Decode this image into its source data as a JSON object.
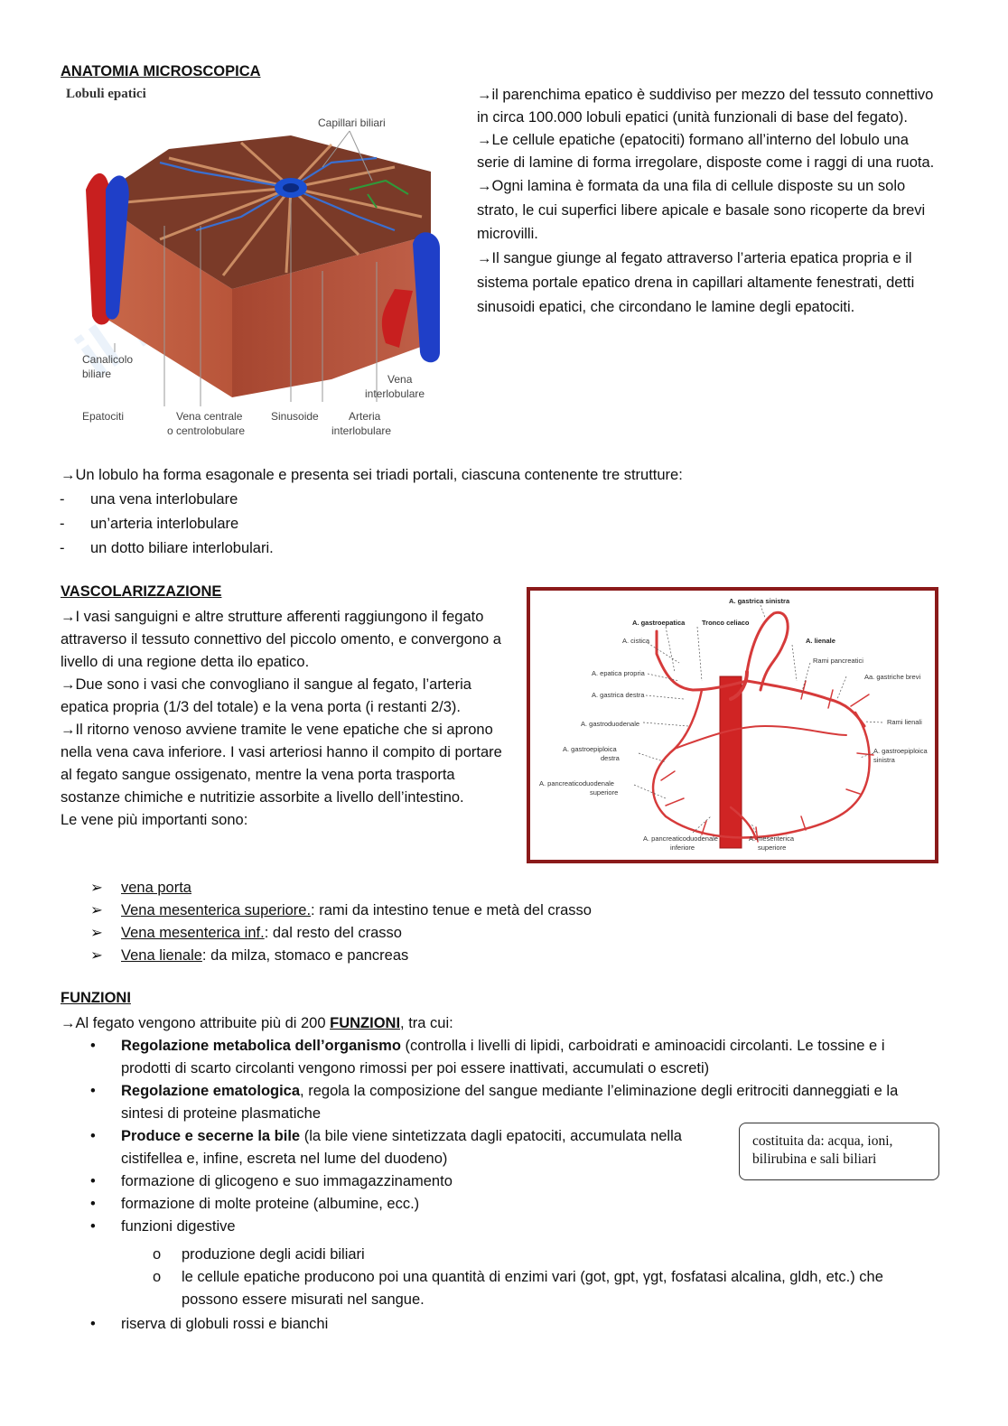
{
  "section1": {
    "heading": "ANATOMIA MICROSCOPICA",
    "figure": {
      "title": "Lobuli epatici",
      "labels": {
        "capillari": "Capillari biliari",
        "canalicolo1": "Canalicolo",
        "canalicolo2": "biliare",
        "vena_inter1": "Vena",
        "vena_inter2": "interlobulare",
        "epatociti": "Epatociti",
        "vena_centrale1": "Vena centrale",
        "vena_centrale2": "o centrolobulare",
        "sinusoide": "Sinusoide",
        "arteria1": "Arteria",
        "arteria2": "interlobulare"
      }
    },
    "paragraphs": [
      "→il parenchima epatico è suddiviso per mezzo del tessuto connettivo in circa 100.000 lobuli epatici (unità funzionali di base del fegato).",
      "→Le cellule epatiche (epatociti) formano all’interno del lobulo una serie di lamine di forma irregolare, disposte come i raggi di una ruota.",
      "→Ogni lamina è formata da una fila di cellule disposte su un solo strato, le cui superfici libere apicale e basale sono ricoperte da brevi microvilli.",
      "→Il sangue giunge al fegato attraverso l’arteria epatica propria e il sistema portale epatico drena in capillari altamente fenestrati, detti sinusoidi epatici, che circondano le lamine degli epatociti."
    ],
    "lobulo_intro": "→Un lobulo ha forma esagonale e presenta sei triadi portali, ciascuna contenente tre strutture:",
    "lobulo_items": [
      "una vena interlobulare",
      "un’arteria interlobulare",
      "un dotto biliare interlobulari."
    ]
  },
  "section2": {
    "heading": "VASCOLARIZZAZIONE",
    "paragraphs": [
      "→I vasi sanguigni e altre strutture afferenti raggiungono il fegato attraverso il tessuto connettivo del piccolo omento, e convergono a livello di una regione detta ilo epatico.",
      "→Due sono i vasi che convogliano il sangue al fegato, l’arteria epatica propria (1/3 del totale) e la vena porta (i restanti 2/3).",
      "→Il ritorno venoso avviene tramite le vene epatiche che si aprono nella vena cava inferiore. I vasi arteriosi hanno il compito di portare al fegato sangue ossigenato, mentre la vena porta trasporta sostanze chimiche e nutritizie assorbite a livello dell’intestino."
    ],
    "veins_intro": "Le vene più importanti sono:",
    "veins": [
      {
        "name": "vena porta",
        "desc": ""
      },
      {
        "name": "Vena mesenterica superiore.",
        "desc": ": rami da intestino tenue e metà del crasso"
      },
      {
        "name": "Vena mesenterica inf.",
        "desc": ": dal resto del crasso"
      },
      {
        "name": "Vena lienale",
        "desc": ": da milza, stomaco e pancreas"
      }
    ],
    "figure": {
      "labels": {
        "gastrica_sinistra": "A. gastrica sinistra",
        "gastroepatica": "A. gastroepatica",
        "tronco": "Tronco celiaco",
        "lienale": "A. lienale",
        "cistica": "A. cistica",
        "rami_pancreatici": "Rami pancreatici",
        "epatica_propria": "A. epatica propria",
        "gastriche_brevi": "Aa. gastriche brevi",
        "gastrica_destra": "A. gastrica destra",
        "gastroduodenale": "A. gastroduodenale",
        "rami_lienali": "Rami lienali",
        "gastroepiploica_destra1": "A. gastroepiploica",
        "gastroepiploica_destra2": "destra",
        "gastroepiploica_sinistra1": "A. gastroepiploica",
        "gastroepiploica_sinistra2": "sinistra",
        "pancreaticoduodenale_sup1": "A. pancreaticoduodenale",
        "pancreaticoduodenale_sup2": "superiore",
        "pancreaticoduodenale_inf1": "A. pancreaticoduodenale",
        "pancreaticoduodenale_inf2": "inferiore",
        "mesenterica1": "A. mesenterica",
        "mesenterica2": "superiore"
      }
    }
  },
  "section3": {
    "heading": "FUNZIONI",
    "intro_pre": "→Al fegato vengono attribuite più di 200 ",
    "intro_bold": "FUNZIONI",
    "intro_post": ", tra cui:",
    "items": [
      {
        "bold": "Regolazione metabolica dell’organismo",
        "text": " (controlla i livelli di lipidi, carboidrati e aminoacidi circolanti. Le tossine e i prodotti di scarto circolanti vengono rimossi per poi essere inattivati, accumulati o escreti)"
      },
      {
        "bold": "Regolazione ematologica",
        "text": ", regola la composizione del sangue mediante l’eliminazione degli eritrociti danneggiati e la sintesi di proteine plasmatiche"
      },
      {
        "bold": "Produce e secerne la bile",
        "text": " (la bile viene sintetizzata dagli epatociti, accumulata nella cistifellea e, infine, escreta nel lume del duodeno)"
      },
      {
        "bold": "",
        "text": "formazione di glicogeno e suo immagazzinamento"
      },
      {
        "bold": "",
        "text": "formazione di molte proteine (albumine, ecc.)"
      },
      {
        "bold": "",
        "text": "funzioni digestive"
      }
    ],
    "subitems": [
      "produzione degli acidi biliari",
      "le cellule epatiche producono poi una quantità di enzimi vari (got, gpt, γgt, fosfatasi alcalina, gldh, etc.) che possono essere misurati nel sangue."
    ],
    "last_item": "riserva di globuli rossi e bianchi",
    "note": "costituita da: acqua, ioni, bilirubina e sali biliari"
  }
}
